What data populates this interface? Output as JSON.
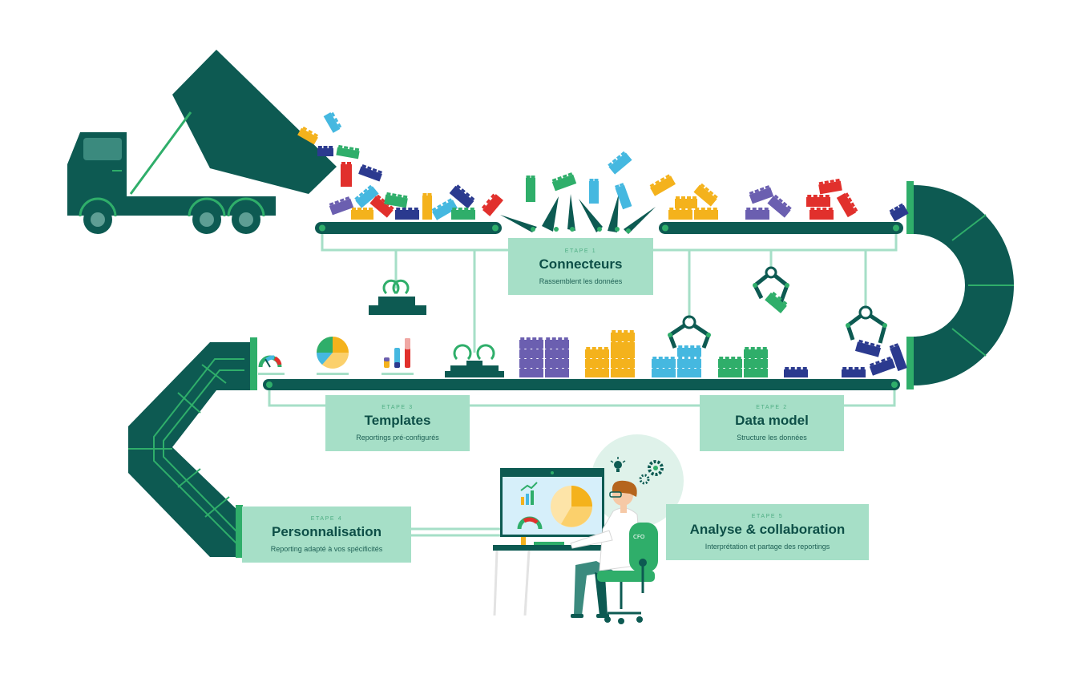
{
  "steps": [
    {
      "id": "connecteurs",
      "label": "ETAPE 1",
      "title": "Connecteurs",
      "subtitle": "Rassemblent les données"
    },
    {
      "id": "data-model",
      "label": "ETAPE 2",
      "title": "Data model",
      "subtitle": "Structure les données"
    },
    {
      "id": "templates",
      "label": "ETAPE 3",
      "title": "Templates",
      "subtitle": "Reportings pré-configurés"
    },
    {
      "id": "personnalisation",
      "label": "ETAPE 4",
      "title": "Personnalisation",
      "subtitle": "Reporting adapté à vos spécificités"
    },
    {
      "id": "analyse",
      "label": "ETAPE 5",
      "title": "Analyse & collaboration",
      "subtitle": "Interprétation et partage des reportings"
    }
  ],
  "chair_label": "CFO",
  "colors": {
    "dark_green": "#0d5a52",
    "mint": "#a6dfc7",
    "bright_green": "#2fae6a",
    "line": "#a6dfc7",
    "brick_yellow": "#f4b21c",
    "brick_blue": "#2b3a8f",
    "brick_red": "#e1302c",
    "brick_green": "#2fae6a",
    "brick_sky": "#45b8e0",
    "brick_purple": "#6b5fb0",
    "brick_teal": "#1c8a78"
  },
  "icons": [
    "dump-truck-icon",
    "conveyor-icon",
    "robot-claw-icon",
    "magnet-icon",
    "gauge-icon",
    "pie-chart-icon",
    "bar-chart-icon",
    "monitor-icon",
    "person-icon",
    "chair-icon",
    "lightbulb-icon",
    "gear-icon"
  ]
}
